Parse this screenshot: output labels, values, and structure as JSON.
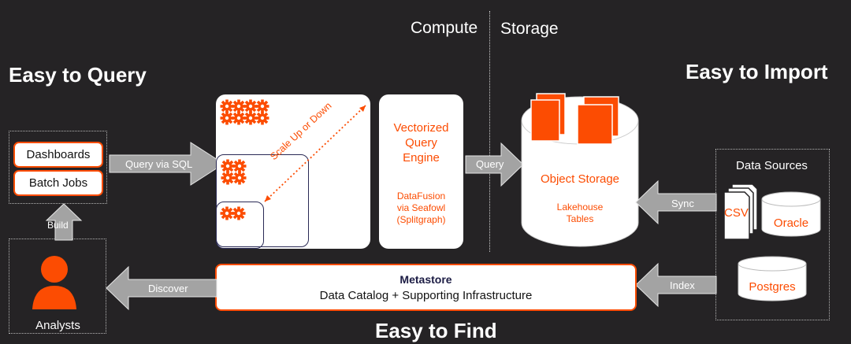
{
  "headings": {
    "query": "Easy to Query",
    "import": "Easy to Import",
    "find": "Easy to Find"
  },
  "sections": {
    "compute": "Compute",
    "storage": "Storage"
  },
  "consumers": {
    "dashboards": "Dashboards",
    "batch_jobs": "Batch Jobs",
    "analysts": "Analysts"
  },
  "arrows": {
    "query_via_sql": "Query via SQL",
    "build": "Build",
    "query": "Query",
    "sync": "Sync",
    "index": "Index",
    "discover": "Discover"
  },
  "compute": {
    "scale": "Scale Up or Down",
    "engine_title_line1": "Vectorized",
    "engine_title_line2": "Query",
    "engine_title_line3": "Engine",
    "engine_sub_line1": "DataFusion",
    "engine_sub_line2": "via Seafowl",
    "engine_sub_line3": "(Splitgraph)"
  },
  "storage": {
    "title": "Object Storage",
    "sub_line1": "Lakehouse",
    "sub_line2": "Tables"
  },
  "sources": {
    "title": "Data Sources",
    "csv": "CSV",
    "oracle": "Oracle",
    "postgres": "Postgres"
  },
  "metastore": {
    "title": "Metastore",
    "subtitle": "Data Catalog + Supporting Infrastructure"
  },
  "colors": {
    "accent": "#fc4c02",
    "background": "#252325",
    "arrow": "#a3a3a3"
  }
}
